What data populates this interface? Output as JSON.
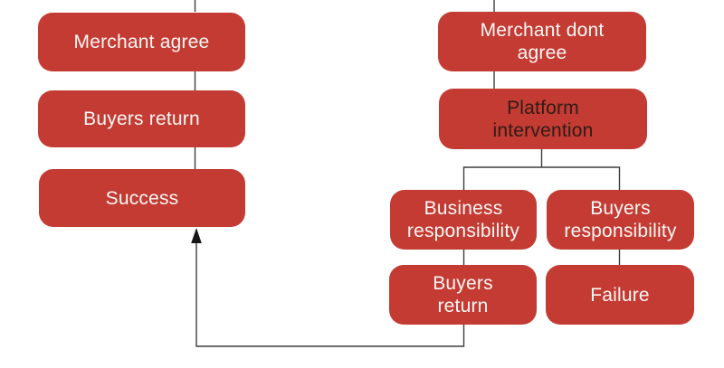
{
  "diagram": {
    "description": "Return dispute resolution flowchart",
    "colors": {
      "node_fill": "#c33b32",
      "node_text": "#fbf8f7",
      "node_dark_text": "#2f1c18",
      "connector_line": "#3d3d3d",
      "arrowhead": "#161616"
    },
    "nodes": [
      {
        "id": "merchant-agree",
        "label": "Merchant agree",
        "lines": [
          "Merchant agree"
        ]
      },
      {
        "id": "buyers-return-left",
        "label": "Buyers return",
        "lines": [
          "Buyers return"
        ]
      },
      {
        "id": "success",
        "label": "Success",
        "lines": [
          "Success"
        ]
      },
      {
        "id": "merchant-dont-agree",
        "label": "Merchant dont agree",
        "lines": [
          "Merchant dont",
          "agree"
        ]
      },
      {
        "id": "platform-intervention",
        "label": "Platform intervention",
        "lines": [
          "Platform",
          "intervention"
        ]
      },
      {
        "id": "business-responsibility",
        "label": "Business responsibility",
        "lines": [
          "Business",
          "responsibility"
        ]
      },
      {
        "id": "buyers-responsibility",
        "label": "Buyers responsibility",
        "lines": [
          "Buyers",
          "responsibility"
        ]
      },
      {
        "id": "buyers-return-right",
        "label": "Buyers return",
        "lines": [
          "Buyers",
          "return"
        ]
      },
      {
        "id": "failure",
        "label": "Failure",
        "lines": [
          "Failure"
        ]
      }
    ]
  }
}
